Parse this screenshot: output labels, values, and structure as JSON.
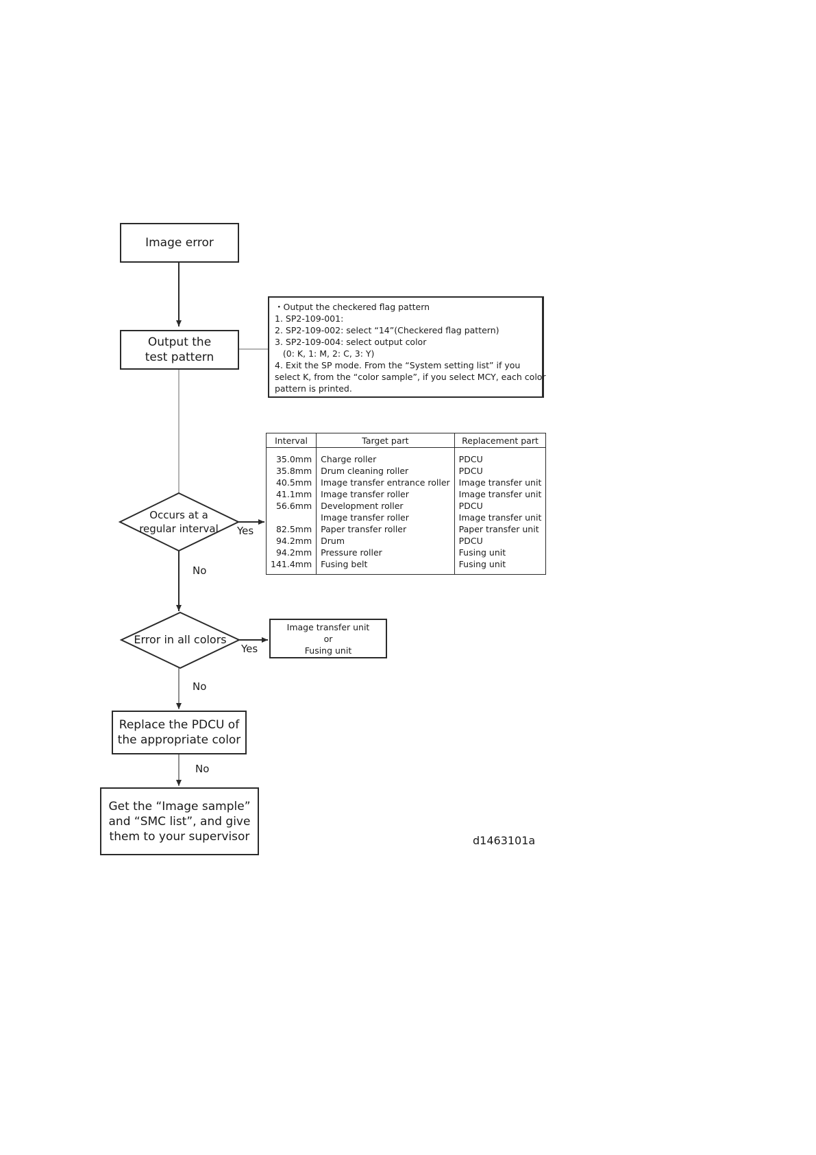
{
  "flowchart": {
    "start": "Image error",
    "output_test_pattern": "Output the\ntest pattern",
    "decision_interval": "Occurs at a\nregular interval",
    "decision_all_colors": "Error in all colors",
    "replace_pdcu": "Replace the PDCU of\nthe appropriate color",
    "final": "Get the “Image sample”\nand “SMC list”, and give\nthem to your supervisor",
    "yes_label": "Yes",
    "no_label": "No"
  },
  "test_pattern_note": {
    "lines": [
      "・Output the checkered flag pattern",
      "1. SP2-109-001:",
      "2. SP2-109-002: select “14”(Checkered flag pattern)",
      "3. SP2-109-004: select output color",
      "   (0: K, 1: M, 2: C, 3: Y)",
      "4. Exit the SP mode. From the “System setting list” if you",
      "select K, from the “color sample”, if you select MCY, each color",
      "pattern is printed."
    ]
  },
  "interval_table": {
    "headers": [
      "Interval",
      "Target part",
      "Replacement part"
    ],
    "rows": [
      [
        "35.0mm",
        "Charge roller",
        "PDCU"
      ],
      [
        "35.8mm",
        "Drum cleaning roller",
        "PDCU"
      ],
      [
        "40.5mm",
        "Image transfer entrance roller",
        "Image transfer unit"
      ],
      [
        "41.1mm",
        "Image transfer roller",
        "Image transfer unit"
      ],
      [
        "56.6mm",
        "Development roller",
        "PDCU"
      ],
      [
        "",
        "Image transfer roller",
        "Image transfer unit"
      ],
      [
        "82.5mm",
        "Paper transfer roller",
        "Paper transfer unit"
      ],
      [
        "94.2mm",
        "Drum",
        "PDCU"
      ],
      [
        "94.2mm",
        "Pressure roller",
        "Fusing unit"
      ],
      [
        "141.4mm",
        "Fusing belt",
        "Fusing unit"
      ]
    ]
  },
  "all_colors_result": {
    "line1": "Image transfer unit",
    "line2": "or",
    "line3": "Fusing unit"
  },
  "figure_id": "d1463101a"
}
